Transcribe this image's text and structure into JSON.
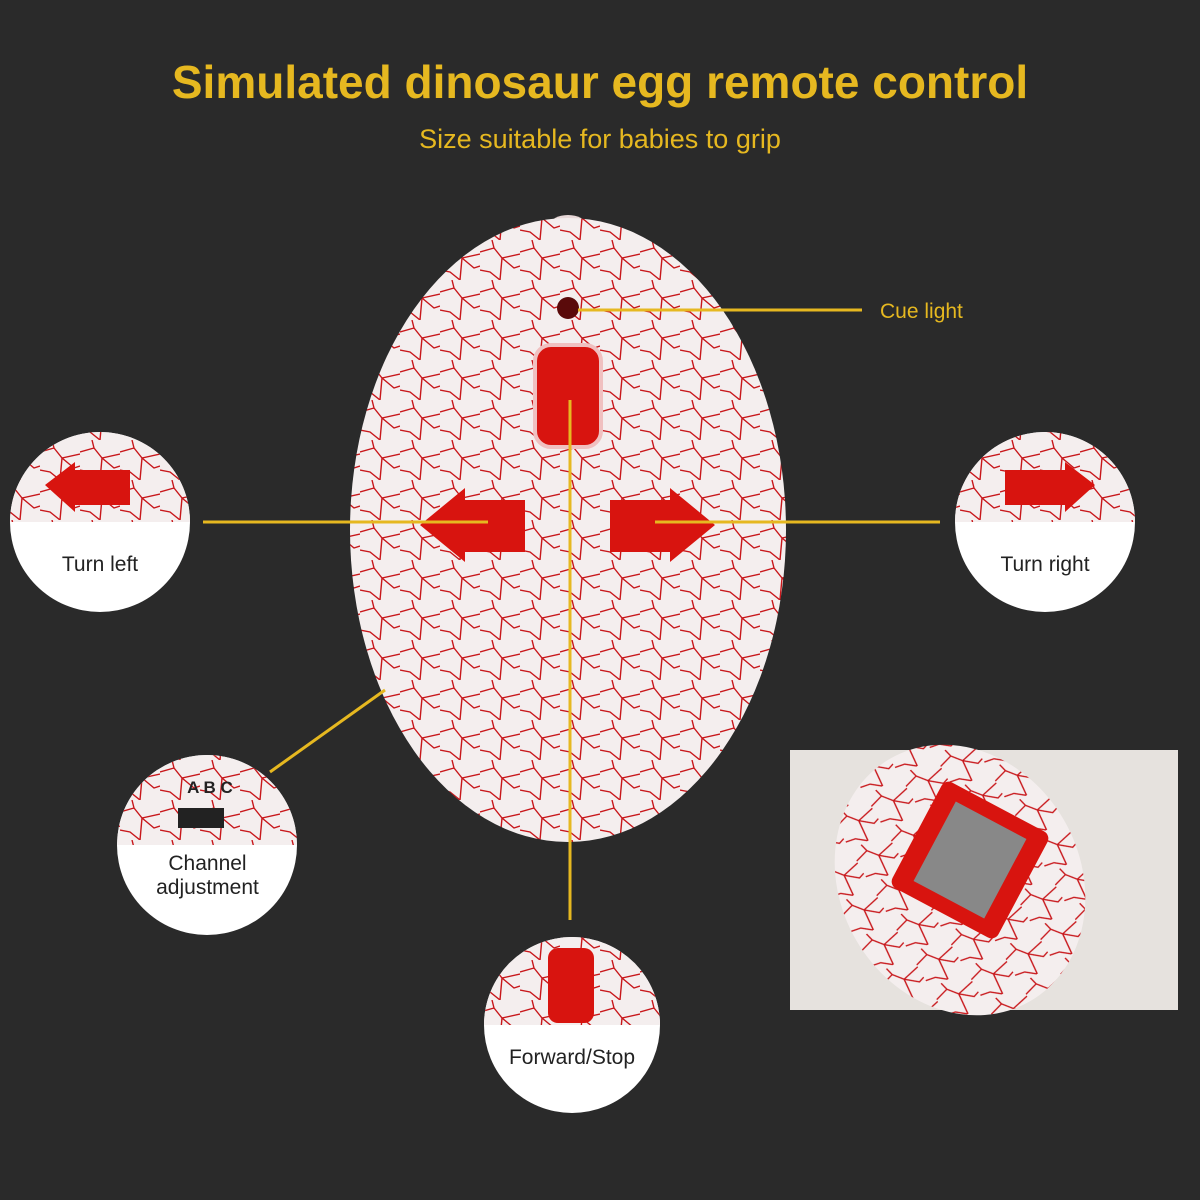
{
  "header": {
    "title": "Simulated dinosaur egg remote control",
    "subtitle": "Size suitable for babies to grip"
  },
  "callouts": {
    "cue_light": "Cue light",
    "turn_left": "Turn left",
    "turn_right": "Turn right",
    "channel": "Channel adjustment",
    "forward": "Forward/Stop"
  },
  "channel_letters": "A B C",
  "colors": {
    "accent": "#e6b820",
    "button": "#d8140f",
    "background": "#2a2a2a"
  }
}
